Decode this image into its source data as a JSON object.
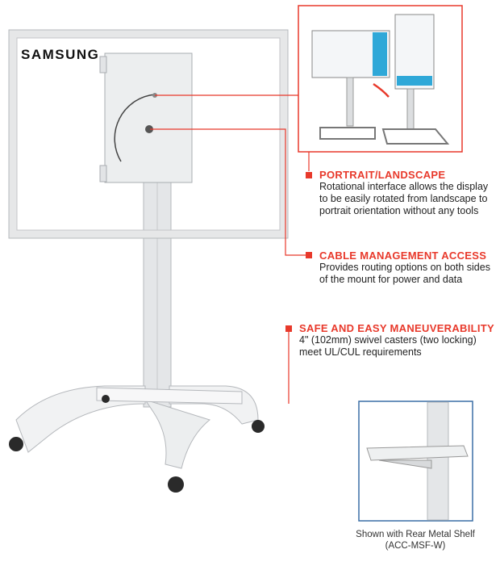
{
  "brand": "SAMSUNG",
  "features": [
    {
      "title": "PORTRAIT/LANDSCAPE",
      "lines": [
        "Rotational interface allows the display",
        "to be easily rotated from landscape to",
        "portrait orientation without any tools"
      ]
    },
    {
      "title": "CABLE MANAGEMENT ACCESS",
      "lines": [
        "Provides routing options on both sides",
        "of the mount for power and data"
      ]
    },
    {
      "title": "SAFE AND EASY MANEUVERABILITY",
      "lines": [
        "4\" (102mm) swivel casters (two locking)",
        "meet UL/CUL requirements"
      ]
    }
  ],
  "caption": [
    "Shown with Rear Metal Shelf",
    "(ACC-MSF-W)"
  ],
  "colors": {
    "accent": "#e8392b",
    "inset_border": "#3a6ea5"
  }
}
